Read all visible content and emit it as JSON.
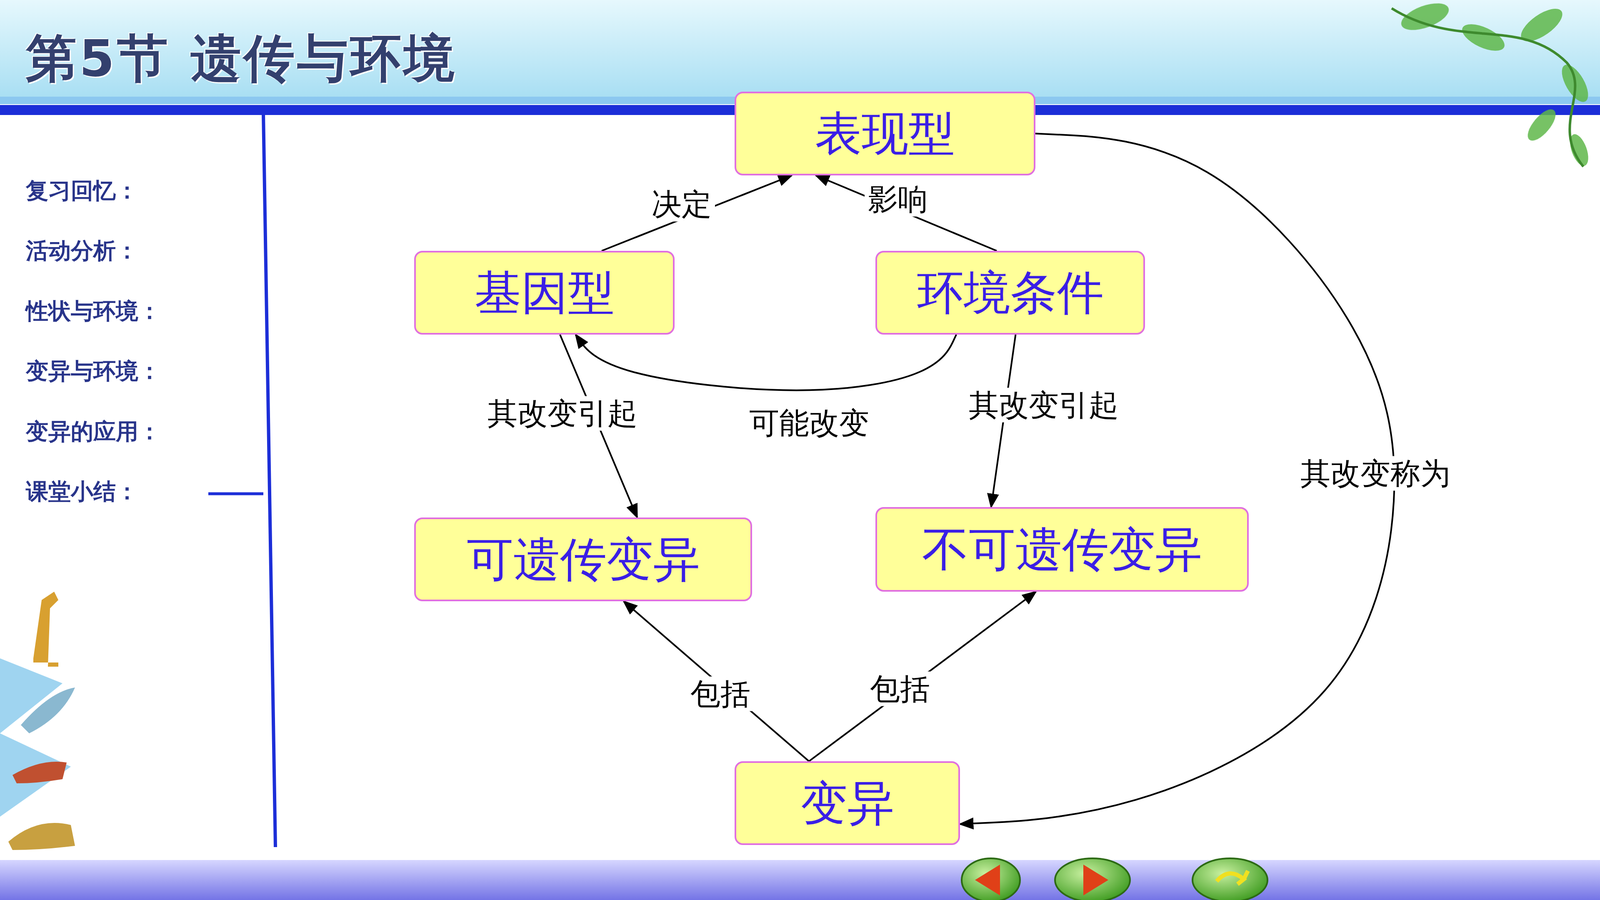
{
  "diagram": {
    "title": "第5节  遗传与环境",
    "nodes": [
      {
        "text": [
          "表现型"
        ]
      },
      {
        "text": [
          "基因型"
        ]
      },
      {
        "text": [
          "环境条件"
        ]
      },
      {
        "text": [
          "可遗传变异"
        ]
      },
      {
        "text": [
          "不可遗传变异"
        ]
      },
      {
        "text": [
          "变异"
        ]
      }
    ],
    "edges": [
      {
        "from": 1,
        "to": 0,
        "label": "决定",
        "arrow": "to"
      },
      {
        "from": 2,
        "to": 0,
        "label": "影响",
        "arrow": "to"
      },
      {
        "from": 2,
        "to": 1,
        "label": "可能改变",
        "arrow": "to"
      },
      {
        "from": 1,
        "to": 3,
        "label": "其改变引起",
        "arrow": "to"
      },
      {
        "from": 2,
        "to": 4,
        "label": "其改变引起",
        "arrow": "to"
      },
      {
        "from": 5,
        "to": 3,
        "label": "包括",
        "arrow": "to"
      },
      {
        "from": 5,
        "to": 4,
        "label": "包括",
        "arrow": "to"
      },
      {
        "from": 0,
        "to": 5,
        "label": "其改变称为",
        "arrow": "to"
      }
    ],
    "labels": [
      "复习回忆：",
      "活动分析：",
      "性状与环境：",
      "变异与环境：",
      "变异的应用：",
      "课堂小结："
    ]
  }
}
